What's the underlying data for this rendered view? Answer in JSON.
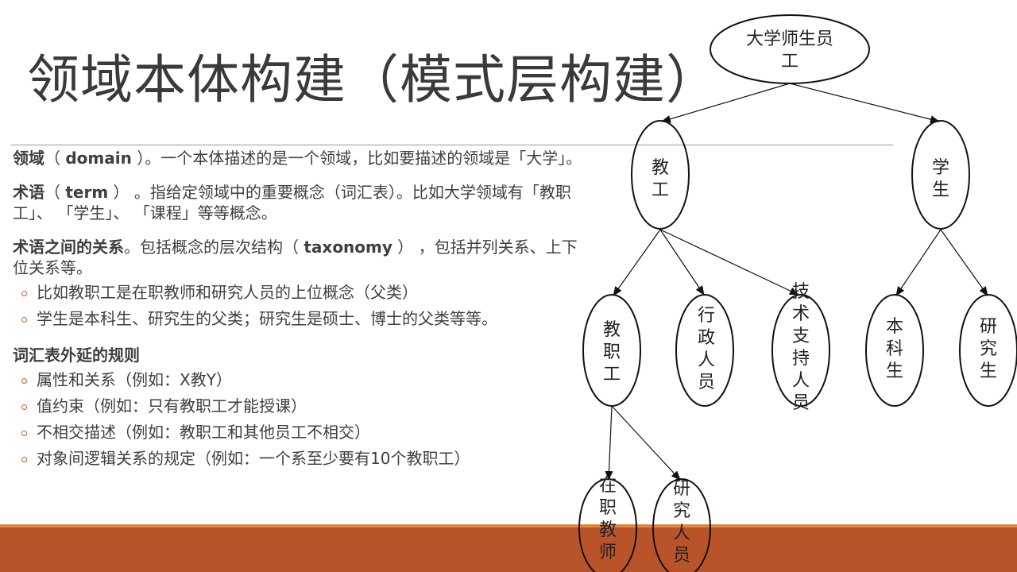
{
  "slide": {
    "title": "领域本体构建（模式层构建）",
    "domain_para": {
      "term": "领域",
      "open": "（ ",
      "en": "domain",
      "rest": " ）。一个本体描述的是一个领域，比如要描述的领域是「大学」。"
    },
    "term_para": {
      "term": "术语",
      "open": "（ ",
      "en": "term",
      "rest": " ） 。指给定领域中的重要概念（词汇表）。比如大学领域有「教职工」、 「学生」、 「课程」等等概念。"
    },
    "relation_para": {
      "term": "术语之间的关系",
      "mid": "。包括概念的层次结构（ ",
      "en": "taxonomy",
      "rest": " ） ，包括并列关系、上下位关系等。"
    },
    "relation_bullets": [
      "比如教职工是在职教师和研究人员的上位概念（父类）",
      "学生是本科生、研究生的父类；研究生是硕士、博士的父类等等。"
    ],
    "rules_heading": "词汇表外延的规则",
    "rules_bullets": [
      "属性和关系（例如：X教Y）",
      "值约束（例如：只有教职工才能授课）",
      "不相交描述（例如：教职工和其他员工不相交）",
      "对象间逻辑关系的规定（例如：一个系至少要有10个教职工）"
    ]
  },
  "tree": {
    "root": [
      "大学师生员",
      "工"
    ],
    "staff": [
      "教",
      "工"
    ],
    "student": [
      "学",
      "生"
    ],
    "faculty": [
      "教",
      "职",
      "工"
    ],
    "admin": [
      "行",
      "政",
      "人",
      "员"
    ],
    "tech": [
      "技",
      "术",
      "支",
      "持",
      "人",
      "员"
    ],
    "undergrad": [
      "本",
      "科",
      "生"
    ],
    "graduate": [
      "研",
      "究",
      "生"
    ],
    "teacher": [
      "在",
      "职",
      "教",
      "师"
    ],
    "researcher": [
      "研",
      "究",
      "人",
      "员"
    ]
  }
}
